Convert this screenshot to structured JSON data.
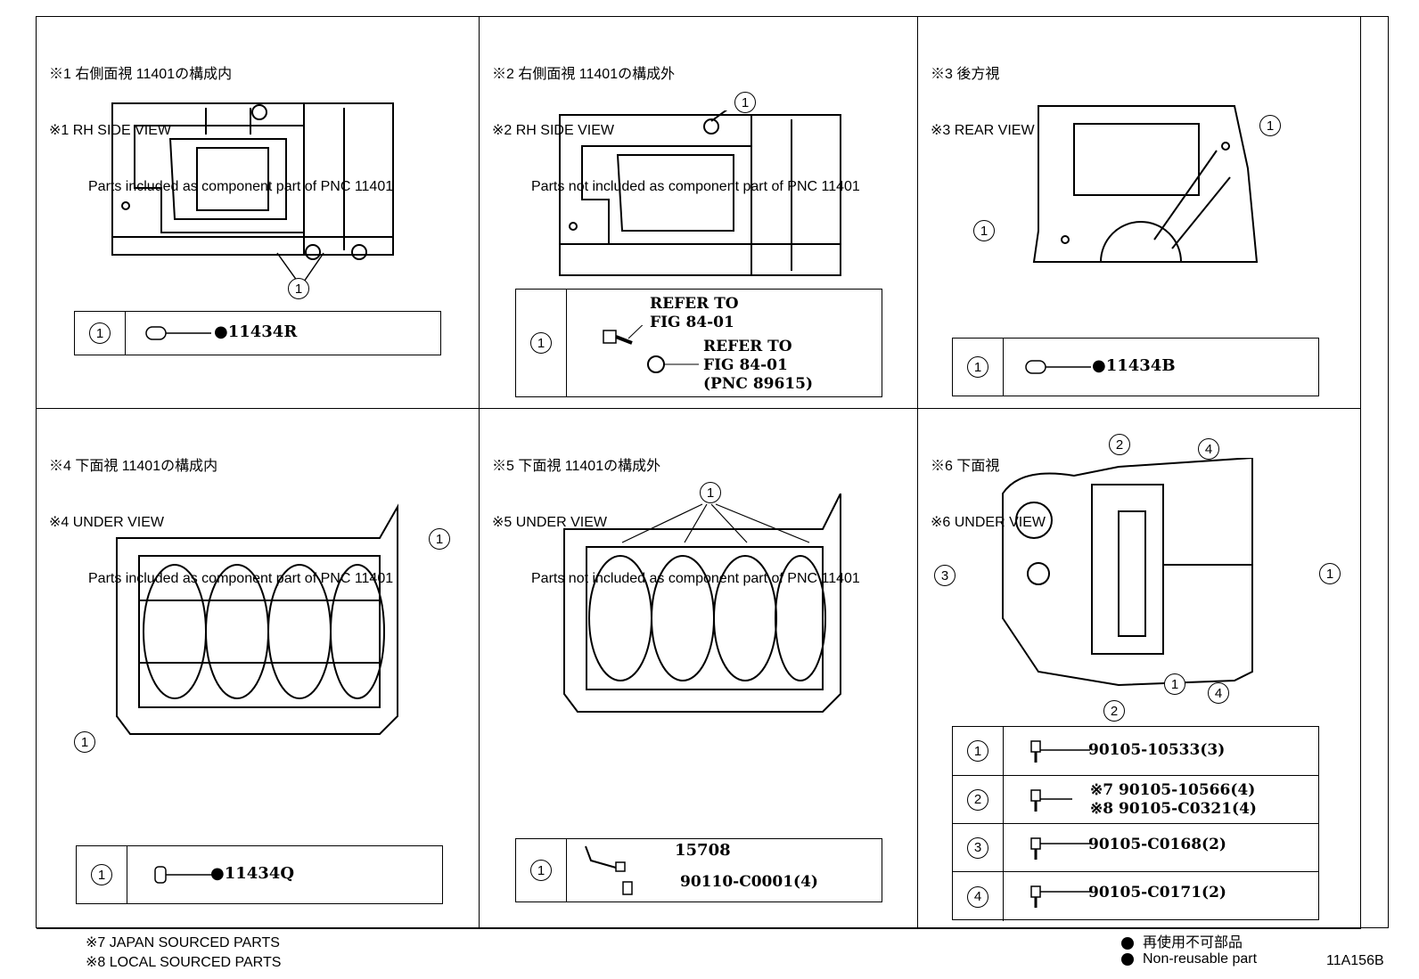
{
  "panels": [
    {
      "jp": "※1 右側面視 11401の構成内",
      "en": "※1 RH SIDE VIEW",
      "note": "Parts included as component part of PNC 11401"
    },
    {
      "jp": "※2 右側面視 11401の構成外",
      "en": "※2 RH SIDE VIEW",
      "note": "Parts not included as component part of PNC 11401"
    },
    {
      "jp": "※3 後方視",
      "en": "※3 REAR VIEW",
      "note": ""
    },
    {
      "jp": "※4 下面視 11401の構成内",
      "en": "※4 UNDER VIEW",
      "note": "Parts included as component part of PNC 11401"
    },
    {
      "jp": "※5 下面視 11401の構成外",
      "en": "※5 UNDER VIEW",
      "note": "Parts not included as component part of PNC 11401"
    },
    {
      "jp": "※6 下面視",
      "en": "※6 UNDER VIEW",
      "note": ""
    }
  ],
  "callouts": {
    "one": "1",
    "two": "2",
    "three": "3",
    "four": "4"
  },
  "parts": {
    "p1": "●11434R",
    "p2_refer1": "REFER TO",
    "p2_fig1": "FIG 84-01",
    "p2_refer2": "REFER TO",
    "p2_fig2": "FIG 84-01",
    "p2_pnc": "(PNC 89615)",
    "p3": "●11434B",
    "p4": "●11434Q",
    "p5a": "15708",
    "p5b": "90110-C0001(4)",
    "p6_1": "90105-10533(3)",
    "p6_2a": "※7 90105-10566(4)",
    "p6_2b": "※8 90105-C0321(4)",
    "p6_3": "90105-C0168(2)",
    "p6_4": "90105-C0171(2)"
  },
  "footer": {
    "note7": "※7 JAPAN SOURCED PARTS",
    "note8": "※8 LOCAL SOURCED PARTS",
    "legend_jp": "再使用不可部品",
    "legend_en": "Non-reusable part",
    "code": "11A156B"
  }
}
